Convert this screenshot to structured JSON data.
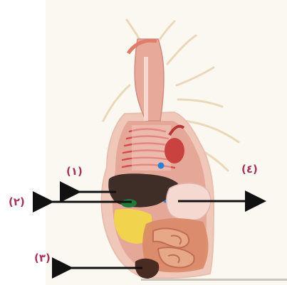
{
  "labels": {
    "one": "(١)",
    "two": "(٢)",
    "three": "(٣)",
    "four": "(٤)"
  },
  "colors": {
    "label_text": "#a4355e",
    "arrow": "#111111",
    "panel_bg": "#fbf8f2",
    "body_outline": "#e8bfae",
    "muscle_wall": "#dd8c7c",
    "rib_red": "#d24b4a",
    "liver": "#3f2d27",
    "stomach": "#f5d8d0",
    "pancreas": "#f2d34d",
    "intestine_large": "#d98a67",
    "intestine_small": "#e6a886",
    "gallbladder": "#1f7a3a",
    "blue_marker": "#2b7fd6",
    "nerve": "#ead8b9"
  },
  "icons": {
    "arrow_head": "arrow-icon"
  }
}
